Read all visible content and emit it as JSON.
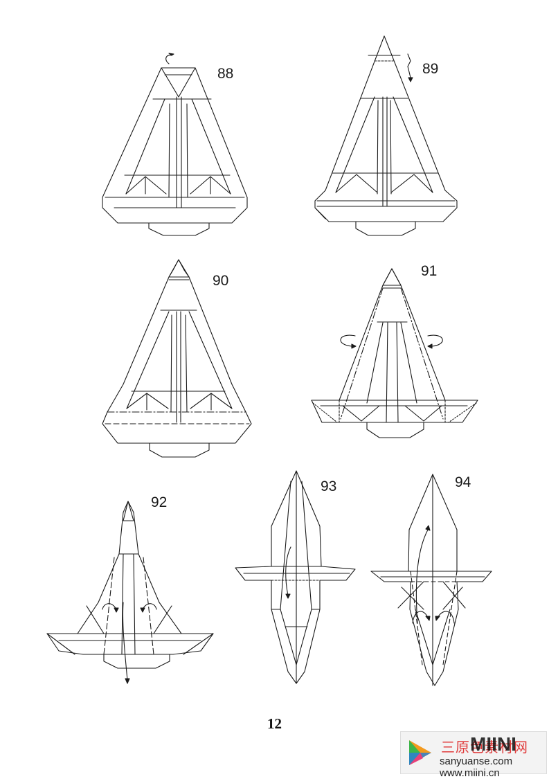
{
  "steps": [
    {
      "number": "88"
    },
    {
      "number": "89"
    },
    {
      "number": "90"
    },
    {
      "number": "91"
    },
    {
      "number": "92"
    },
    {
      "number": "93"
    },
    {
      "number": "94"
    }
  ],
  "page_number": "12",
  "watermark": {
    "chinese": "三原色素材网",
    "brand": "MIINI",
    "url": "sanyuanse.com www.miini.cn"
  },
  "colors": {
    "line": "#1a1a1a",
    "watermark_red": "#e03a3a",
    "logo_orange": "#f39a1e",
    "logo_green": "#3cb54a",
    "logo_blue": "#2d7fd3",
    "logo_pink": "#e8407a"
  }
}
